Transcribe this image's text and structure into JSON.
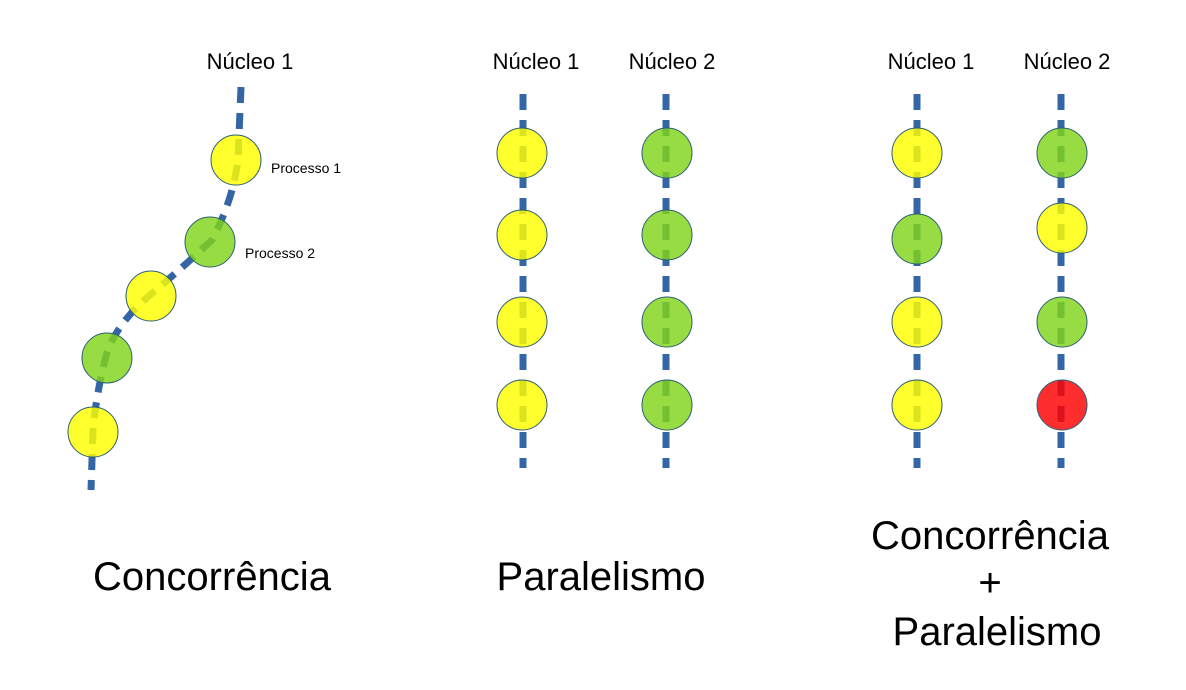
{
  "colors": {
    "background": "#ffffff",
    "line": "#3465a4",
    "yellow": "#ffff00",
    "green": "#81d41a",
    "red": "#ff0000",
    "circle_stroke": "#2c5f73"
  },
  "panels": {
    "concurrency": {
      "core_label": "Núcleo 1",
      "process_1_label": "Processo 1",
      "process_2_label": "Processo 2",
      "caption": "Concorrência",
      "processes_bottom_to_top": [
        "yellow",
        "green",
        "yellow",
        "green",
        "yellow"
      ]
    },
    "parallelism": {
      "core_1_label": "Núcleo 1",
      "core_2_label": "Núcleo 2",
      "caption": "Paralelismo",
      "core_1_processes": [
        "yellow",
        "yellow",
        "yellow",
        "yellow"
      ],
      "core_2_processes": [
        "green",
        "green",
        "green",
        "green"
      ]
    },
    "combined": {
      "core_1_label": "Núcleo 1",
      "core_2_label": "Núcleo 2",
      "caption_line_1": "Concorrência",
      "caption_line_2": "+",
      "caption_line_3": "Paralelismo",
      "core_1_processes": [
        "yellow",
        "green",
        "yellow",
        "yellow"
      ],
      "core_2_processes": [
        "green",
        "yellow",
        "green",
        "red"
      ]
    }
  }
}
